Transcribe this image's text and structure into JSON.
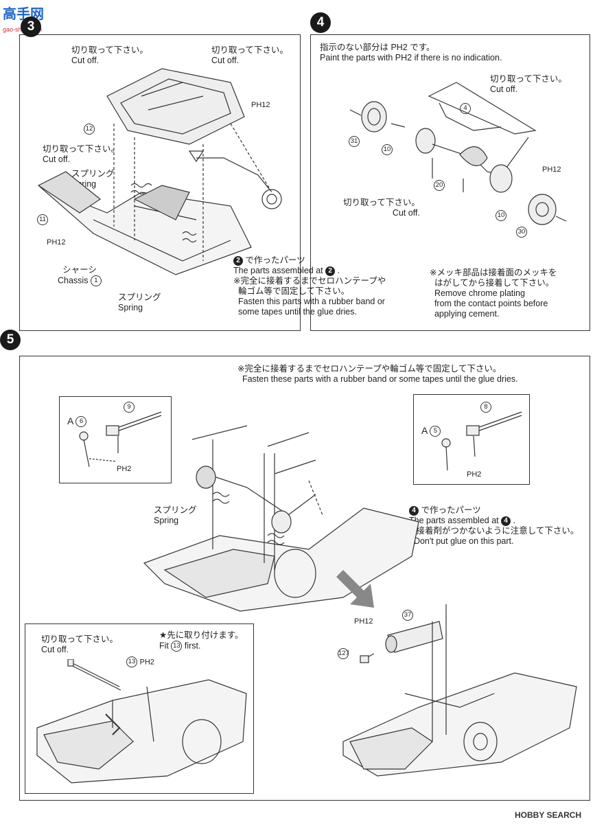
{
  "watermark": {
    "logo_text": "高手网",
    "site": "gao-shou.com"
  },
  "step3": {
    "cutoff_jp_a": "切り取って下さい。",
    "cutoff_en_a": "Cut off.",
    "cutoff_jp_b": "切り取って下さい。",
    "cutoff_en_b": "Cut off.",
    "cutoff_jp_c": "切り取って下さい。",
    "cutoff_en_c": "Cut off.",
    "spring_jp_a": "スプリング",
    "spring_en_a": "Spring",
    "spring_jp_b": "スプリング",
    "spring_en_b": "Spring",
    "chassis_jp": "シャーシ",
    "chassis_en": "Chassis",
    "paint_code": "PH12",
    "parts": [
      "12",
      "11",
      "1"
    ],
    "step_ref": "2",
    "note1_jp": "で作ったパーツ",
    "note1_en": "The parts assembled at",
    "note2_jp": "※完全に接着するまでセロハンテープや",
    "note2_jp2": "輪ゴム等で固定して下さい。",
    "note2_en": "Fasten this parts with a rubber band or",
    "note2_en2": "some tapes until the glue dries."
  },
  "step4": {
    "number": "4",
    "instr_jp": "指示のない部分は PH2 です。",
    "instr_en": "Paint the parts with PH2 if there is no indication.",
    "cutoff_jp_a": "切り取って下さい。",
    "cutoff_en_a": "Cut off.",
    "cutoff_jp_b": "切り取って下さい。",
    "cutoff_en_b": "Cut off.",
    "paint_code": "PH12",
    "parts": [
      "4",
      "31",
      "10",
      "20",
      "10",
      "30"
    ],
    "note_jp": "※メッキ部品は接着面のメッキを",
    "note_jp2": "はがしてから接着して下さい。",
    "note_en": "Remove chrome plating",
    "note_en2": "from the contact points before",
    "note_en3": "applying cement."
  },
  "step5": {
    "number": "5",
    "fasten_jp": "※完全に接着するまでセロハンテープや輪ゴム等で固定して下さい。",
    "fasten_en": "Fasten these parts with a rubber band or some tapes until the glue dries.",
    "left_label": "A",
    "left_part": "6",
    "left_arm": "9",
    "left_paint": "PH2",
    "right_label": "A",
    "right_part": "5",
    "right_arm": "8",
    "right_paint": "PH2",
    "spring_jp": "スプリング",
    "spring_en": "Spring",
    "step_ref": "4",
    "ref_jp": "で作ったパーツ",
    "ref_en": "The parts assembled at",
    "noglue_jp": "※接着剤がつかないように注意して下さい。",
    "noglue_en": "Don't put glue on this part.",
    "sub_cutoff_jp": "切り取って下さい。",
    "sub_cutoff_en": "Cut off.",
    "sub_first_jp": "★先に取り付けます。",
    "sub_first_en_a": "Fit",
    "sub_first_part": "13",
    "sub_first_en_b": "first.",
    "sub_part": "13",
    "sub_paint": "PH2",
    "muffler_paint": "PH12",
    "muffler_part": "37",
    "tip_part": "127"
  },
  "footer": {
    "brand": "HOBBY SEARCH"
  }
}
